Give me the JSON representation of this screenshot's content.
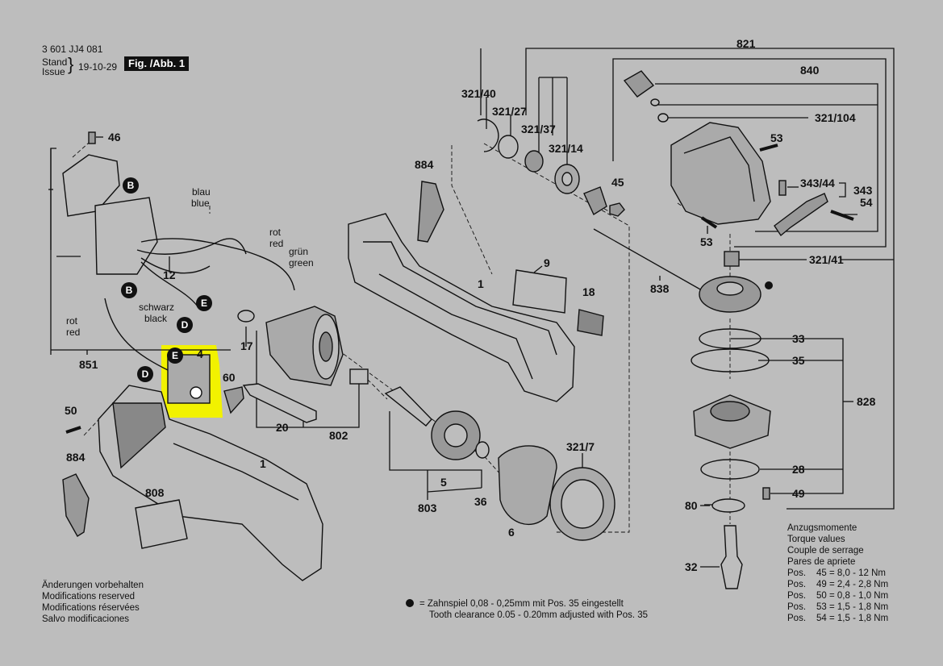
{
  "header": {
    "doc_number": "3 601 JJ4 081",
    "stand": "Stand",
    "issue": "Issue",
    "date": "19-10-29",
    "fig_label": "Fig. /Abb. 1"
  },
  "highlight_color": "#f2f200",
  "part_labels": {
    "p821": "821",
    "p840": "840",
    "p321_40": "321/40",
    "p321_27": "321/27",
    "p321_37": "321/37",
    "p321_14": "321/14",
    "p321_104": "321/104",
    "p53a": "53",
    "p53b": "53",
    "p343_44": "343/44",
    "p343": "343",
    "p54": "54",
    "p884a": "884",
    "p884b": "884",
    "p45": "45",
    "p46": "46",
    "p9": "9",
    "p1a": "1",
    "p1b": "1",
    "p18": "18",
    "p838": "838",
    "p321_41": "321/41",
    "p33": "33",
    "p35": "35",
    "p828": "828",
    "p28": "28",
    "p49": "49",
    "p80": "80",
    "p32": "32",
    "p12": "12",
    "p17": "17",
    "p4": "4",
    "p60": "60",
    "p851": "851",
    "p50": "50",
    "p20": "20",
    "p802": "802",
    "p5": "5",
    "p803": "803",
    "p36": "36",
    "p6": "6",
    "p321_7": "321/7",
    "p808": "808"
  },
  "wire_labels": {
    "blau": "blau",
    "blue": "blue",
    "rot1": "rot",
    "red1": "red",
    "gruen": "grün",
    "green": "green",
    "schwarz": "schwarz",
    "black": "black",
    "rot2": "rot",
    "red2": "red"
  },
  "connector_letters": {
    "b1": "B",
    "b2": "B",
    "e1": "E",
    "e2": "E",
    "d1": "D",
    "d2": "D"
  },
  "torque": {
    "title_de": "Anzugsmomente",
    "title_en": "Torque values",
    "title_fr": "Couple de serrage",
    "title_es": "Pares de apriete",
    "rows": [
      {
        "pos": "Pos.",
        "text": "45 = 8,0 - 12  Nm"
      },
      {
        "pos": "Pos.",
        "text": "49 = 2,4 - 2,8 Nm"
      },
      {
        "pos": "Pos.",
        "text": "50 = 0,8 - 1,0 Nm"
      },
      {
        "pos": "Pos.",
        "text": "53 = 1,5 - 1,8 Nm"
      },
      {
        "pos": "Pos.",
        "text": "54 = 1,5 - 1,8 Nm"
      }
    ]
  },
  "footnote": {
    "line1": "= Zahnspiel 0,08 - 0,25mm mit Pos. 35 eingestellt",
    "line2": "Tooth clearance 0.05 - 0.20mm adjusted with Pos. 35"
  },
  "changes": {
    "de": "Änderungen vorbehalten",
    "en": "Modifications reserved",
    "fr": "Modifications réservées",
    "es": "Salvo modificaciones"
  }
}
